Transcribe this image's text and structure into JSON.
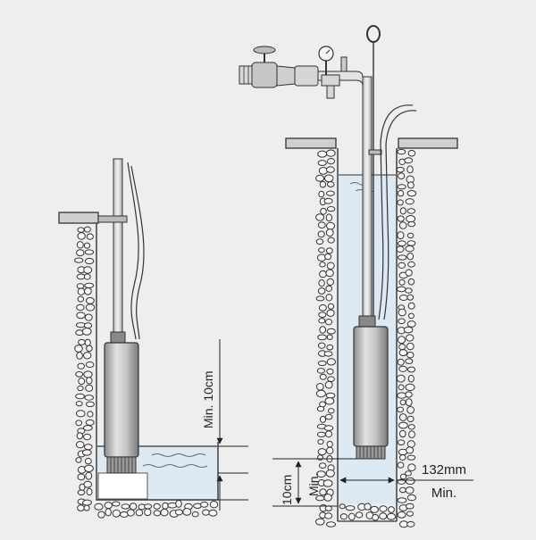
{
  "diagram": {
    "labels": {
      "left_min_10cm": "Min. 10cm",
      "right_10cm": "10cm",
      "right_min": "Min.",
      "diameter_value": "132mm",
      "diameter_min": "Min."
    },
    "colors": {
      "background": "#eeeeee",
      "water": "#dde9f3",
      "pump_body": "#b9b9b9",
      "outline": "#333333",
      "stone_fill": "#f7f7f7",
      "cap": "#cccccc"
    }
  }
}
